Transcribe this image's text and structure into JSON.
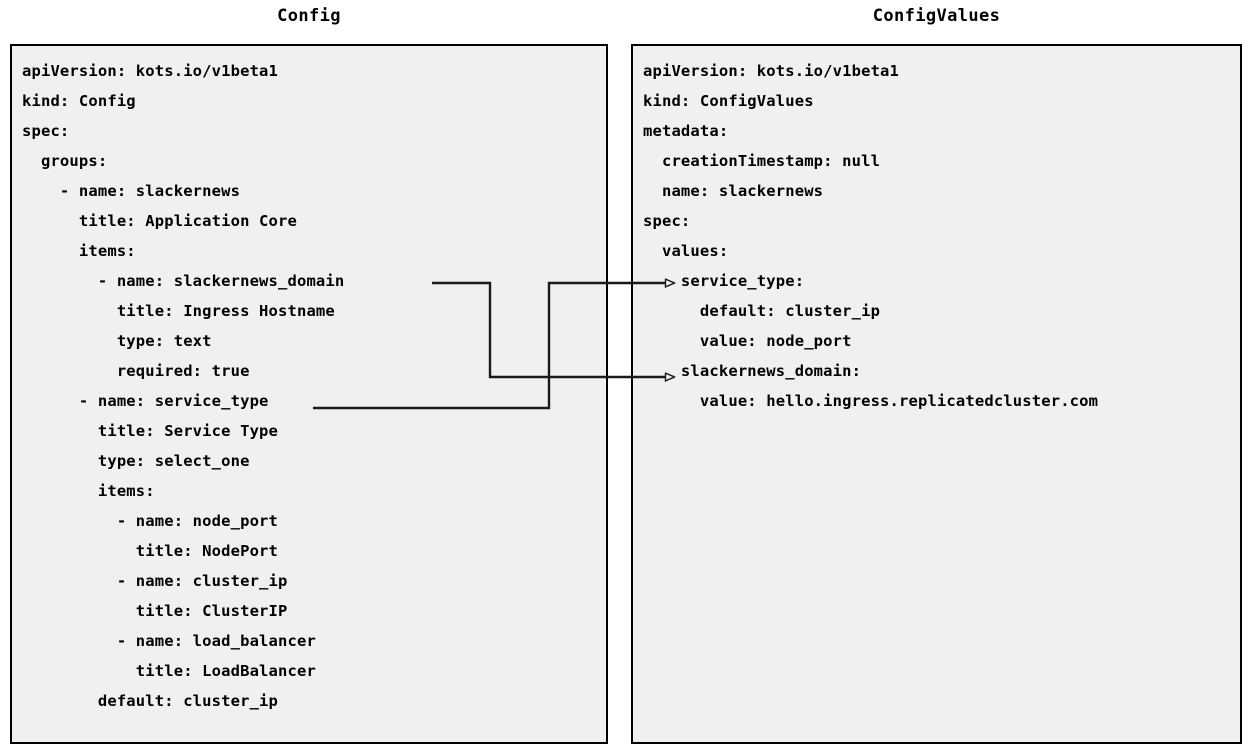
{
  "diagram": {
    "type": "yaml-mapping-diagram",
    "background": "#ffffff",
    "panel_fill": "#f0f0f0",
    "panel_stroke": "#000000",
    "connector_color": "#1a1a1a"
  },
  "left_panel": {
    "title": "Config",
    "lines": [
      "apiVersion: kots.io/v1beta1",
      "kind: Config",
      "spec:",
      "  groups:",
      "    - name: slackernews",
      "      title: Application Core",
      "      items:",
      "        - name: slackernews_domain",
      "          title: Ingress Hostname",
      "          type: text",
      "          required: true",
      "      - name: service_type",
      "        title: Service Type",
      "        type: select_one",
      "        items:",
      "          - name: node_port",
      "            title: NodePort",
      "          - name: cluster_ip",
      "            title: ClusterIP",
      "          - name: load_balancer",
      "            title: LoadBalancer",
      "        default: cluster_ip"
    ]
  },
  "right_panel": {
    "title": "ConfigValues",
    "lines": [
      "apiVersion: kots.io/v1beta1",
      "kind: ConfigValues",
      "metadata:",
      "  creationTimestamp: null",
      "  name: slackernews",
      "spec:",
      "  values:",
      "    service_type:",
      "      default: cluster_ip",
      "      value: node_port",
      "    slackernews_domain:",
      "      value: hello.ingress.replicatedcluster.com"
    ]
  },
  "connectors": [
    {
      "id": "slackernews-domain-link",
      "from_label": "slackernews_domain",
      "to_label": "slackernews_domain:",
      "arrowhead": "open-triangle"
    },
    {
      "id": "service-type-link",
      "from_label": "service_type",
      "to_label": "service_type:",
      "arrowhead": "open-triangle"
    }
  ]
}
